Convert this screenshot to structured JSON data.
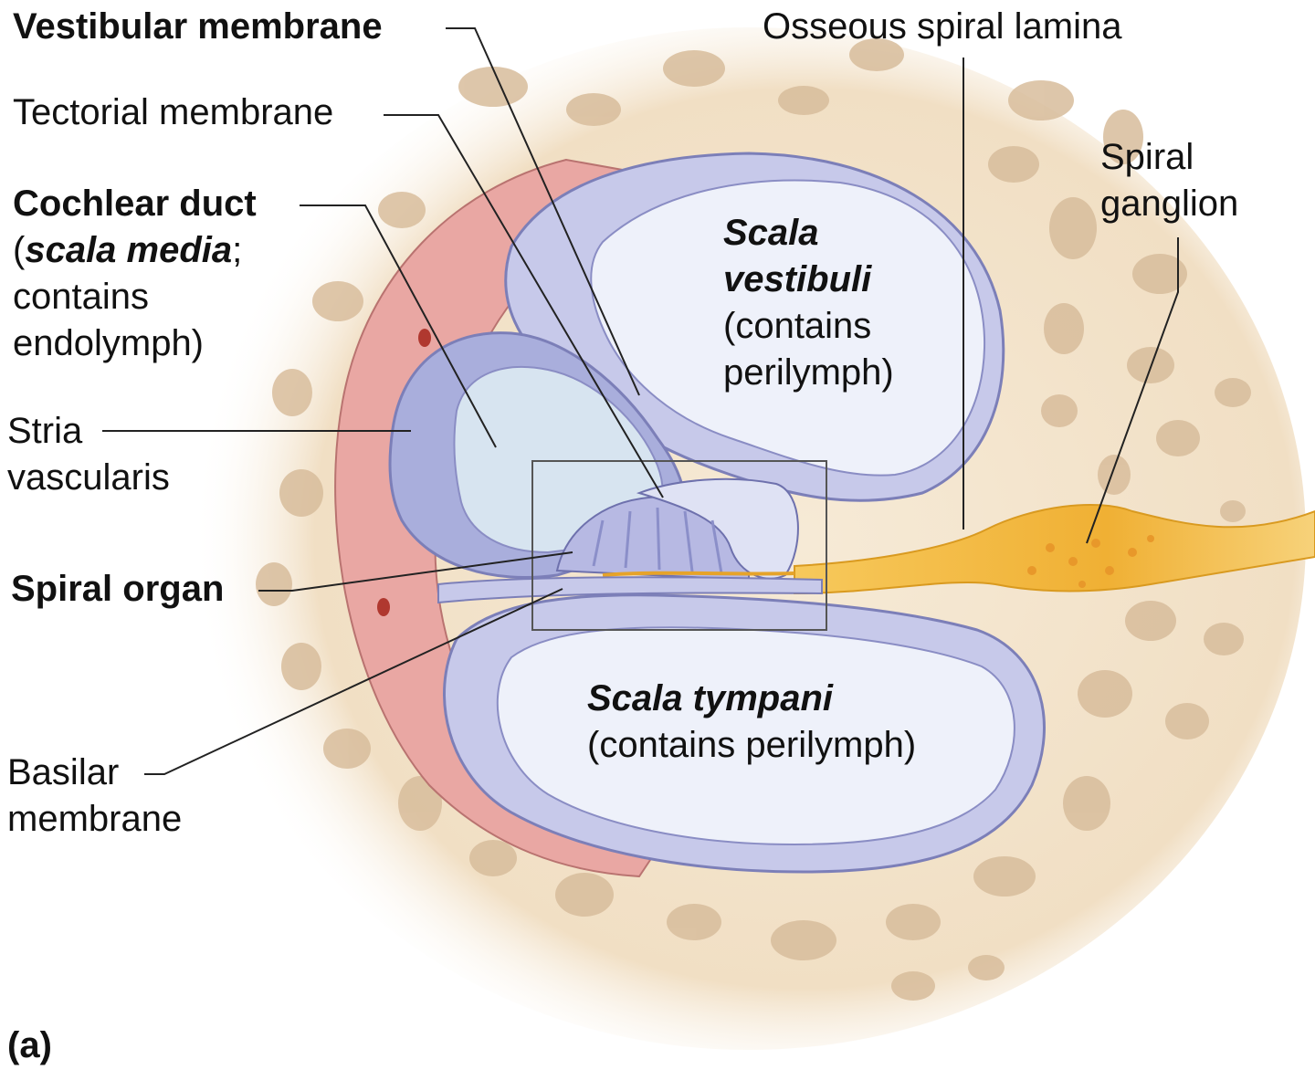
{
  "labels": {
    "vestibular_membrane": "Vestibular membrane",
    "tectorial_membrane": "Tectorial membrane",
    "cochlear_duct": "Cochlear duct",
    "cochlear_open": "(",
    "scala_media": "scala media",
    "cochlear_semicolon": ";",
    "contains": "contains",
    "endolymph": "endolymph)",
    "stria": "Stria",
    "vascularis": "vascularis",
    "spiral_organ": "Spiral organ",
    "basilar": "Basilar",
    "basilar_membrane": "membrane",
    "osseous_spiral_lamina": "Osseous spiral lamina",
    "spiral": "Spiral",
    "ganglion": "ganglion",
    "scala_vestibuli_1": "Scala",
    "scala_vestibuli_2": "vestibuli",
    "sv_contains": "(contains",
    "sv_perilymph": "perilymph)",
    "scala_tympani": "Scala tympani",
    "st_contains": "(contains perilymph)",
    "panel": "(a)"
  },
  "colors": {
    "bone": "#f3e6cf",
    "bone_pore": "#d9bfa0",
    "wall_red": "#e9a7a3",
    "duct_blue": "#c7c9ea",
    "lumen": "#eef1fa",
    "nerve": "#f0b637",
    "leader": "#222222"
  }
}
